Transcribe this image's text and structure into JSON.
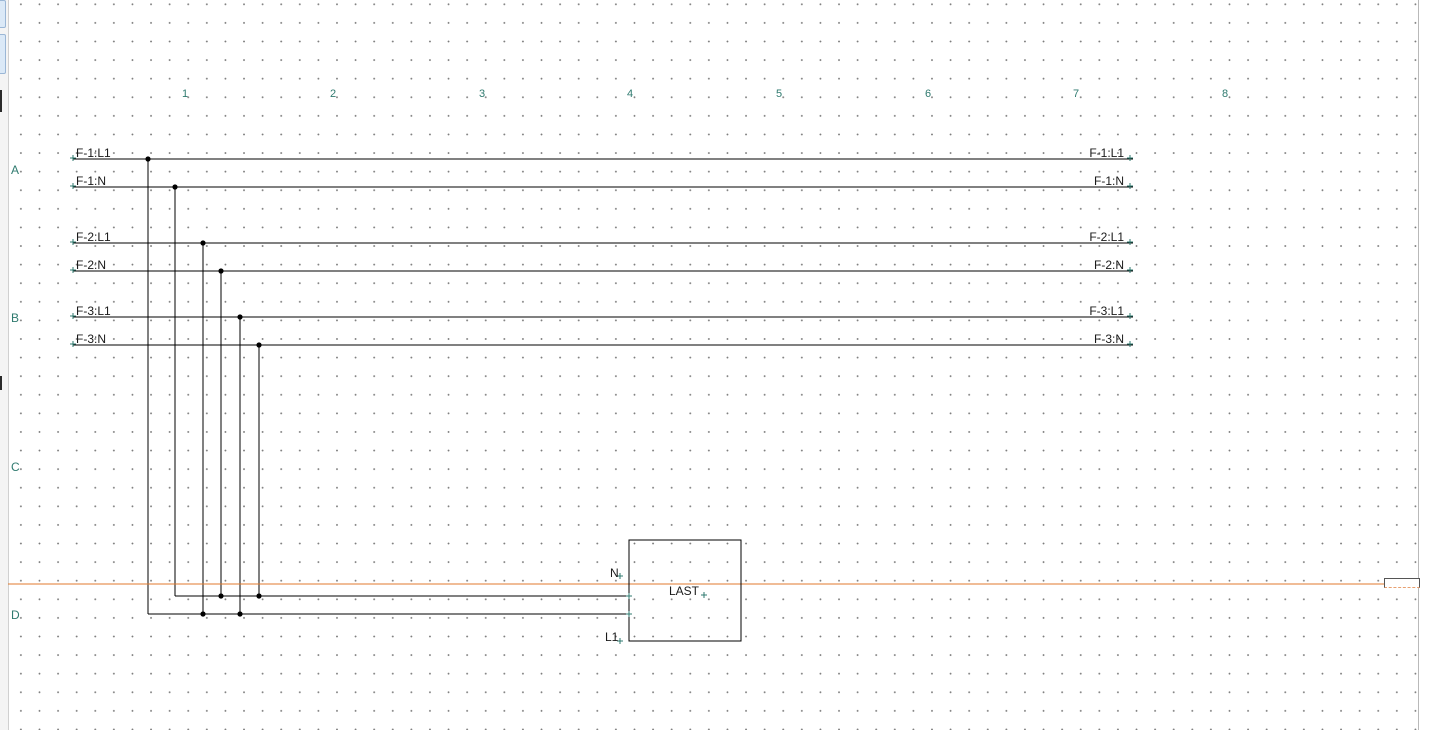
{
  "sheet": {
    "column_numbers": [
      "1",
      "2",
      "3",
      "4",
      "5",
      "6",
      "7",
      "8"
    ],
    "row_letters": [
      "A",
      "B",
      "C",
      "D"
    ]
  },
  "connectors_left": [
    "F-1:L1",
    "F-1:N",
    "F-2:L1",
    "F-2:N",
    "F-3:L1",
    "F-3:N"
  ],
  "connectors_right": [
    "F-1:L1",
    "F-1:N",
    "F-2:L1",
    "F-2:N",
    "F-3:L1",
    "F-3:N"
  ],
  "device": {
    "name": "LAST",
    "pin_n": "N",
    "pin_l1": "L1"
  },
  "colors": {
    "grid_label": "#2f7a6f",
    "wire": "#000000",
    "crosshair": "#e07a2c",
    "pin_marker": "#2f7a6f"
  }
}
